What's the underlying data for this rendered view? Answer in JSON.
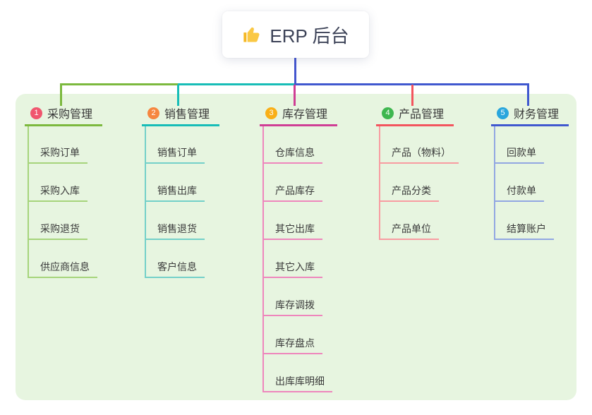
{
  "root": {
    "label": "ERP 后台",
    "icon": "thumbs-up-icon",
    "connector_color": "#4456cf"
  },
  "panel": {
    "background": "#e7f5e0"
  },
  "branches": [
    {
      "num": "1",
      "label": "采购管理",
      "badge_color": "#f0566e",
      "line_color": "#7cb93e",
      "leaf_line_color": "#a6d47b",
      "children": [
        "采购订单",
        "采购入库",
        "采购退货",
        "供应商信息"
      ]
    },
    {
      "num": "2",
      "label": "销售管理",
      "badge_color": "#f6863f",
      "line_color": "#17bdb7",
      "leaf_line_color": "#74d0c9",
      "children": [
        "销售订单",
        "销售出库",
        "销售退货",
        "客户信息"
      ]
    },
    {
      "num": "3",
      "label": "库存管理",
      "badge_color": "#f9af17",
      "line_color": "#cf3e95",
      "leaf_line_color": "#ee86bc",
      "children": [
        "仓库信息",
        "产品库存",
        "其它出库",
        "其它入库",
        "库存调拨",
        "库存盘点",
        "出库库明细"
      ]
    },
    {
      "num": "4",
      "label": "产品管理",
      "badge_color": "#3eb74f",
      "line_color": "#f3555e",
      "leaf_line_color": "#f89ca1",
      "children": [
        "产品（物料）",
        "产品分类",
        "产品单位"
      ]
    },
    {
      "num": "5",
      "label": "财务管理",
      "badge_color": "#29a6dd",
      "line_color": "#4058cf",
      "leaf_line_color": "#92a7e2",
      "children": [
        "回款单",
        "付款单",
        "结算账户"
      ]
    }
  ]
}
